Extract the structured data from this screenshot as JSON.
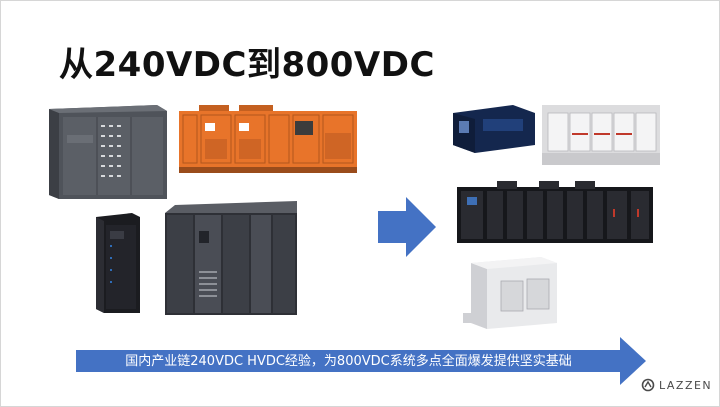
{
  "slide": {
    "title": "从240VDC到800VDC",
    "banner_text": "国内产业链240VDC HVDC经验，为800VDC系统多点全面爆发提供坚实基础",
    "logo_text": "LAZZEN"
  },
  "colors": {
    "accent_blue": "#4472c4",
    "orange_cabinet": "#e8742a",
    "cabinet_gray": "#5a5e66",
    "cabinet_black": "#16171b"
  },
  "icons": [
    "arrow-right-icon",
    "lazzen-logo-icon"
  ]
}
